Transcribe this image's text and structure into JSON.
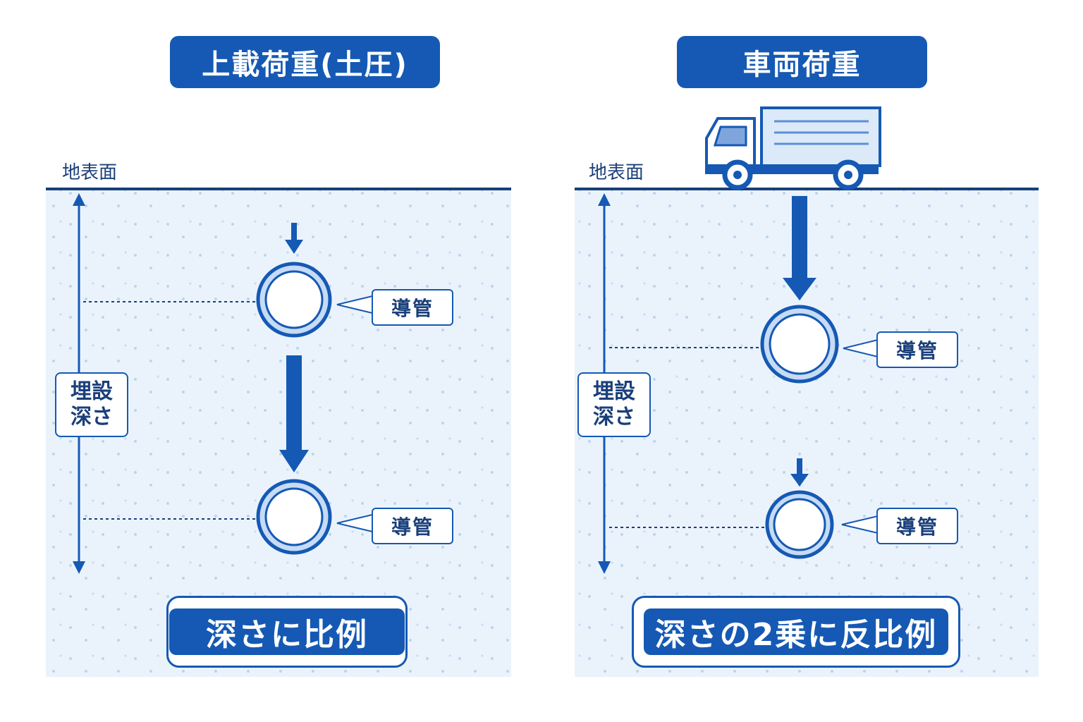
{
  "left": {
    "title": "上載荷重(土圧)",
    "surface_label": "地表面",
    "depth_label_line1": "埋設",
    "depth_label_line2": "深さ",
    "pipe_upper_label": "導管",
    "pipe_lower_label": "導管",
    "result": "深さに比例"
  },
  "right": {
    "title": "車両荷重",
    "surface_label": "地表面",
    "depth_label_line1": "埋設",
    "depth_label_line2": "深さ",
    "pipe_upper_label": "導管",
    "pipe_lower_label": "導管",
    "result": "深さの2乗に反比例"
  },
  "colors": {
    "primary": "#1559b4",
    "soil": "#eaf3fc",
    "pipe_fill": "#c6dbf5",
    "dots": "#b9d3ef"
  },
  "icons": [
    "truck-icon",
    "down-arrow-icon"
  ]
}
